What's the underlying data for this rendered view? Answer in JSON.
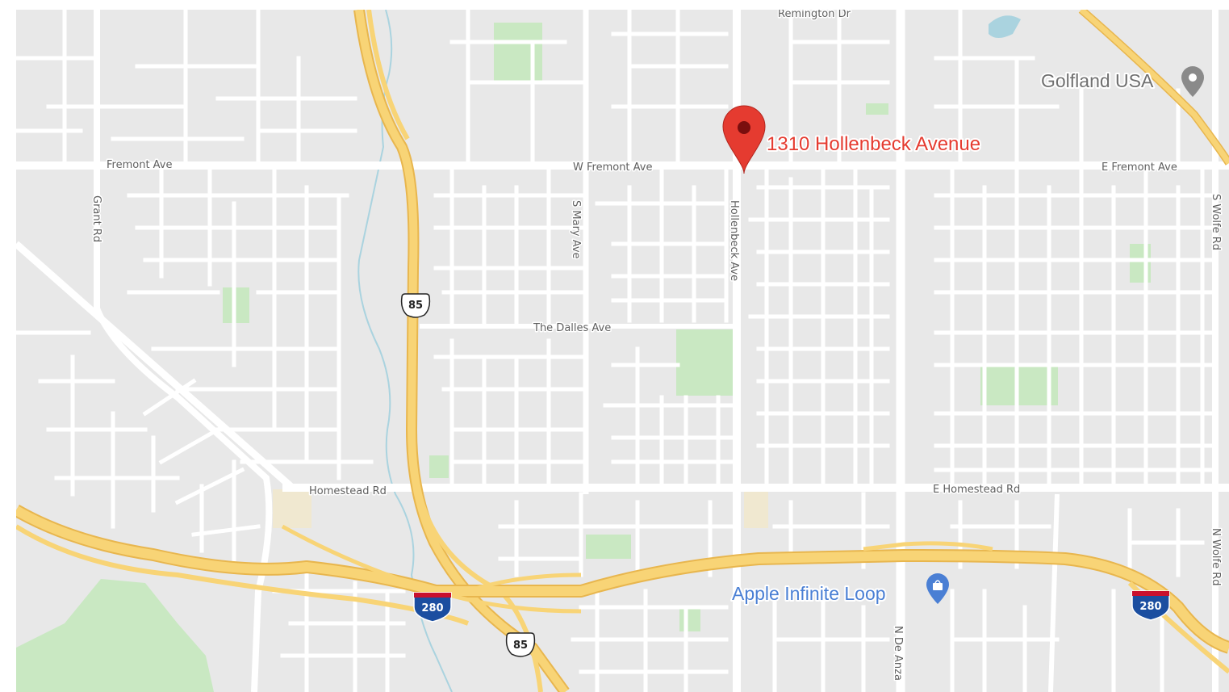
{
  "map": {
    "colors": {
      "land": "#e8e8e8",
      "street": "#ffffff",
      "highway": "#f8d476",
      "highway_edge": "#e8b64e",
      "park": "#c9e8c2",
      "commercial": "#f0e8d0",
      "pin": "#e53b30",
      "poi_blue": "#4a7fd4",
      "poi_gray": "#707070",
      "shield_red": "#c8102e",
      "shield_blue": "#1b4ea0"
    },
    "marker": {
      "label": "1310 Hollenbeck Avenue",
      "icon": "location-pin-icon"
    },
    "pois": {
      "golfland": {
        "label": "Golfland USA",
        "icon": "place-pin-icon"
      },
      "apple": {
        "label": "Apple Infinite Loop",
        "icon": "shopping-bag-pin-icon"
      }
    },
    "streets": {
      "remington": "Remington Dr",
      "fremont": "Fremont Ave",
      "w_fremont": "W Fremont Ave",
      "e_fremont": "E Fremont Ave",
      "grant": "Grant Rd",
      "s_mary": "S Mary Ave",
      "hollenbeck": "Hollenbeck Ave",
      "s_wolfe": "S Wolfe Rd",
      "dalles": "The Dalles Ave",
      "homestead": "Homestead Rd",
      "e_homestead": "E Homestead Rd",
      "n_wolfe": "N Wolfe Rd",
      "n_de_anza": "N De Anza"
    },
    "shields": {
      "sr85_north": "85",
      "sr85_south": "85",
      "i280_west": "280",
      "i280_east": "280"
    }
  }
}
